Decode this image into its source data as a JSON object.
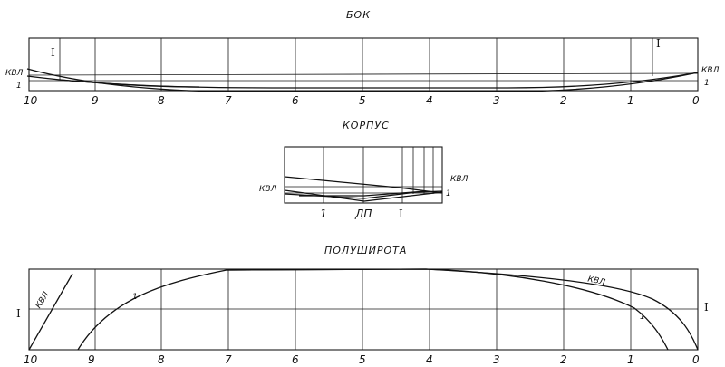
{
  "views": {
    "side": {
      "title": "БОК",
      "station_numbers": [
        "10",
        "9",
        "8",
        "7",
        "6",
        "5",
        "4",
        "3",
        "2",
        "1",
        "0"
      ],
      "kvl_left": "КВЛ",
      "kvl_right": "КВЛ",
      "wl1_left": "1",
      "wl1_right": "1",
      "section_left": "I",
      "section_right": "I"
    },
    "body": {
      "title": "КОРПУС",
      "kvl_left": "КВЛ",
      "kvl_right": "КВЛ",
      "wl1_right": "1",
      "bottom_labels": [
        "1",
        "ДП",
        "I"
      ]
    },
    "half_breadth": {
      "title": "ПОЛУШИРОТА",
      "station_numbers": [
        "10",
        "9",
        "8",
        "7",
        "6",
        "5",
        "4",
        "3",
        "2",
        "1",
        "0"
      ],
      "kvl_left": "КВЛ",
      "kvl_right": "КВЛ",
      "wl1_left": "1",
      "wl1_right": "1",
      "section_left": "I",
      "section_right": "I"
    }
  }
}
